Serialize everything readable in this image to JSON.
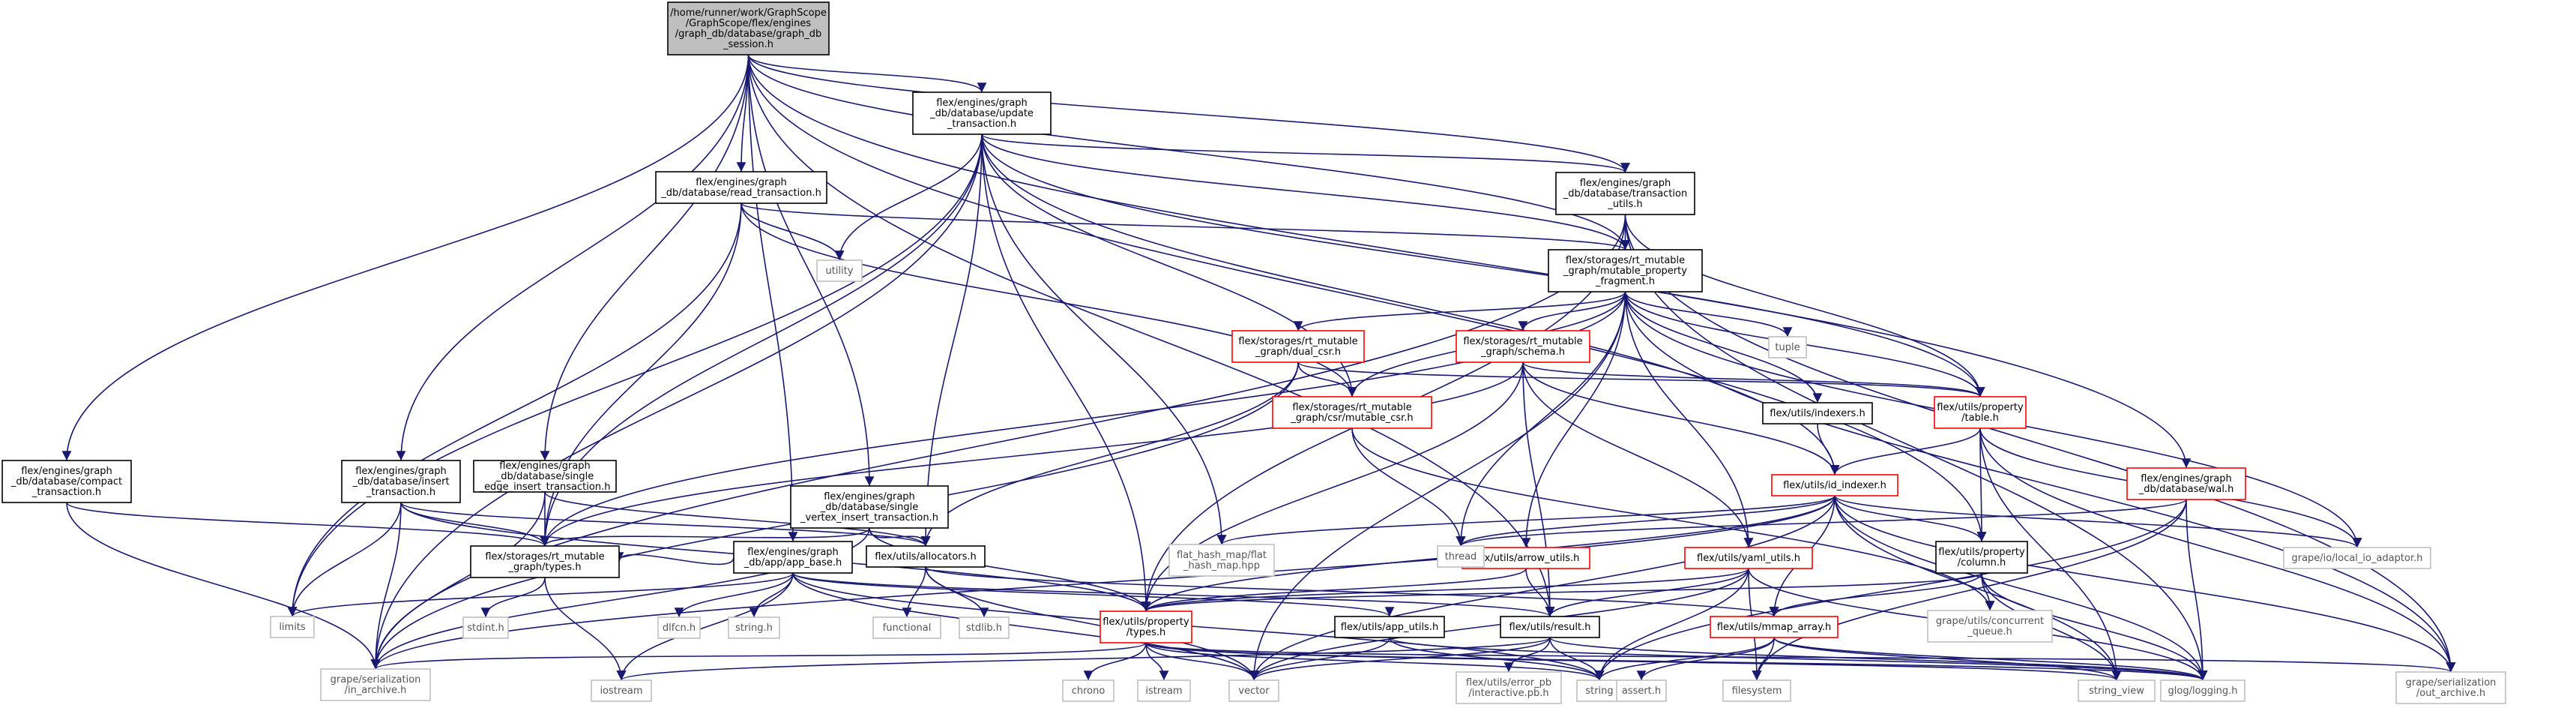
{
  "diagram": {
    "type": "include-dependency-graph",
    "root": "root",
    "colors": {
      "edge": "#191970",
      "root_fill": "#bfbfbf",
      "root_stroke": "#000000",
      "node_stroke": "#000000",
      "partial_stroke": "#ff0000",
      "external_stroke": "#bfbfbf",
      "node_fill": "#ffffff"
    },
    "nodes": [
      {
        "id": "root",
        "style": "root",
        "lines": [
          "/home/runner/work/GraphScope",
          "/GraphScope/flex/engines",
          "/graph_db/database/graph_db",
          "_session.h"
        ]
      },
      {
        "id": "compact_txn",
        "style": "normal",
        "lines": [
          "flex/engines/graph",
          "_db/database/compact",
          "_transaction.h"
        ]
      },
      {
        "id": "insert_txn",
        "style": "normal",
        "lines": [
          "flex/engines/graph",
          "_db/database/insert",
          "_transaction.h"
        ]
      },
      {
        "id": "single_edge",
        "style": "normal",
        "lines": [
          "flex/engines/graph",
          "_db/database/single",
          "_edge_insert_transaction.h"
        ]
      },
      {
        "id": "update_txn",
        "style": "normal",
        "lines": [
          "flex/engines/graph",
          "_db/database/update",
          "_transaction.h"
        ]
      },
      {
        "id": "read_txn",
        "style": "normal",
        "lines": [
          "flex/engines/graph",
          "_db/database/read_transaction.h"
        ]
      },
      {
        "id": "txn_utils",
        "style": "normal",
        "lines": [
          "flex/engines/graph",
          "_db/database/transaction",
          "_utils.h"
        ]
      },
      {
        "id": "mpf",
        "style": "normal",
        "lines": [
          "flex/storages/rt_mutable",
          "_graph/mutable_property",
          "_fragment.h"
        ]
      },
      {
        "id": "single_vertex",
        "style": "normal",
        "lines": [
          "flex/engines/graph",
          "_db/database/single",
          "_vertex_insert_transaction.h"
        ]
      },
      {
        "id": "app_base",
        "style": "normal",
        "lines": [
          "flex/engines/graph",
          "_db/app/app_base.h"
        ]
      },
      {
        "id": "allocators",
        "style": "normal",
        "lines": [
          "flex/utils/allocators.h"
        ]
      },
      {
        "id": "dual_csr",
        "style": "partial",
        "lines": [
          "flex/storages/rt_mutable",
          "_graph/dual_csr.h"
        ]
      },
      {
        "id": "schema",
        "style": "partial",
        "lines": [
          "flex/storages/rt_mutable",
          "_graph/schema.h"
        ]
      },
      {
        "id": "mutable_csr",
        "style": "partial",
        "lines": [
          "flex/storages/rt_mutable",
          "_graph/csr/mutable_csr.h"
        ]
      },
      {
        "id": "indexers",
        "style": "normal",
        "lines": [
          "flex/utils/indexers.h"
        ]
      },
      {
        "id": "table",
        "style": "partial",
        "lines": [
          "flex/utils/property",
          "/table.h"
        ]
      },
      {
        "id": "wal",
        "style": "partial",
        "lines": [
          "flex/engines/graph",
          "_db/database/wal.h"
        ]
      },
      {
        "id": "id_indexer",
        "style": "partial",
        "lines": [
          "flex/utils/id_indexer.h"
        ]
      },
      {
        "id": "column",
        "style": "normal",
        "lines": [
          "flex/utils/property",
          "/column.h"
        ]
      },
      {
        "id": "arrow_utils",
        "style": "partial",
        "lines": [
          "flex/utils/arrow_utils.h"
        ]
      },
      {
        "id": "yaml_utils",
        "style": "partial",
        "lines": [
          "flex/utils/yaml_utils.h"
        ]
      },
      {
        "id": "mg_types",
        "style": "normal",
        "lines": [
          "flex/storages/rt_mutable",
          "_graph/types.h"
        ]
      },
      {
        "id": "prop_types",
        "style": "partial",
        "lines": [
          "flex/utils/property",
          "/types.h"
        ]
      },
      {
        "id": "app_utils",
        "style": "normal",
        "lines": [
          "flex/utils/app_utils.h"
        ]
      },
      {
        "id": "result",
        "style": "normal",
        "lines": [
          "flex/utils/result.h"
        ]
      },
      {
        "id": "mmap_array",
        "style": "partial",
        "lines": [
          "flex/utils/mmap_array.h"
        ]
      },
      {
        "id": "utility",
        "style": "external",
        "lines": [
          "utility"
        ]
      },
      {
        "id": "tuple",
        "style": "external",
        "lines": [
          "tuple"
        ]
      },
      {
        "id": "thread",
        "style": "external",
        "lines": [
          "thread"
        ]
      },
      {
        "id": "flat_hash_map",
        "style": "external",
        "lines": [
          "flat_hash_map/flat",
          "_hash_map.hpp"
        ]
      },
      {
        "id": "local_io",
        "style": "external",
        "lines": [
          "grape/io/local_io_adaptor.h"
        ]
      },
      {
        "id": "limits",
        "style": "external",
        "lines": [
          "limits"
        ]
      },
      {
        "id": "stdint",
        "style": "external",
        "lines": [
          "stdint.h"
        ]
      },
      {
        "id": "dlfcn",
        "style": "external",
        "lines": [
          "dlfcn.h"
        ]
      },
      {
        "id": "string_h",
        "style": "external",
        "lines": [
          "string.h"
        ]
      },
      {
        "id": "functional",
        "style": "external",
        "lines": [
          "functional"
        ]
      },
      {
        "id": "stdlib",
        "style": "external",
        "lines": [
          "stdlib.h"
        ]
      },
      {
        "id": "concurrent_queue",
        "style": "external",
        "lines": [
          "grape/utils/concurrent",
          "_queue.h"
        ]
      },
      {
        "id": "in_archive",
        "style": "external",
        "lines": [
          "grape/serialization",
          "/in_archive.h"
        ]
      },
      {
        "id": "iostream",
        "style": "external",
        "lines": [
          "iostream"
        ]
      },
      {
        "id": "chrono",
        "style": "external",
        "lines": [
          "chrono"
        ]
      },
      {
        "id": "istream",
        "style": "external",
        "lines": [
          "istream"
        ]
      },
      {
        "id": "vector",
        "style": "external",
        "lines": [
          "vector"
        ]
      },
      {
        "id": "error_pb",
        "style": "external",
        "lines": [
          "flex/utils/error_pb",
          "/interactive.pb.h"
        ]
      },
      {
        "id": "string",
        "style": "external",
        "lines": [
          "string"
        ]
      },
      {
        "id": "assert",
        "style": "external",
        "lines": [
          "assert.h"
        ]
      },
      {
        "id": "filesystem",
        "style": "external",
        "lines": [
          "filesystem"
        ]
      },
      {
        "id": "string_view",
        "style": "external",
        "lines": [
          "string_view"
        ]
      },
      {
        "id": "glog",
        "style": "external",
        "lines": [
          "glog/logging.h"
        ]
      },
      {
        "id": "out_archive",
        "style": "external",
        "lines": [
          "grape/serialization",
          "/out_archive.h"
        ]
      }
    ],
    "edges": [
      [
        "root",
        "compact_txn"
      ],
      [
        "root",
        "insert_txn"
      ],
      [
        "root",
        "single_edge"
      ],
      [
        "root",
        "update_txn"
      ],
      [
        "root",
        "read_txn"
      ],
      [
        "root",
        "txn_utils"
      ],
      [
        "root",
        "mpf"
      ],
      [
        "root",
        "single_vertex"
      ],
      [
        "root",
        "app_base"
      ],
      [
        "root",
        "wal"
      ],
      [
        "root",
        "result"
      ],
      [
        "root",
        "column"
      ],
      [
        "compact_txn",
        "mg_types"
      ],
      [
        "compact_txn",
        "in_archive"
      ],
      [
        "insert_txn",
        "mg_types"
      ],
      [
        "insert_txn",
        "allocators"
      ],
      [
        "insert_txn",
        "limits"
      ],
      [
        "insert_txn",
        "in_archive"
      ],
      [
        "insert_txn",
        "prop_types"
      ],
      [
        "single_edge",
        "mg_types"
      ],
      [
        "single_edge",
        "allocators"
      ],
      [
        "single_edge",
        "in_archive"
      ],
      [
        "update_txn",
        "txn_utils"
      ],
      [
        "update_txn",
        "mpf"
      ],
      [
        "update_txn",
        "allocators"
      ],
      [
        "update_txn",
        "mutable_csr"
      ],
      [
        "update_txn",
        "id_indexer"
      ],
      [
        "update_txn",
        "table"
      ],
      [
        "update_txn",
        "prop_types"
      ],
      [
        "update_txn",
        "flat_hash_map"
      ],
      [
        "update_txn",
        "utility"
      ],
      [
        "update_txn",
        "limits"
      ],
      [
        "update_txn",
        "in_archive"
      ],
      [
        "update_txn",
        "mg_types"
      ],
      [
        "read_txn",
        "mpf"
      ],
      [
        "read_txn",
        "mutable_csr"
      ],
      [
        "read_txn",
        "mg_types"
      ],
      [
        "read_txn",
        "utility"
      ],
      [
        "read_txn",
        "limits"
      ],
      [
        "txn_utils",
        "mpf"
      ],
      [
        "txn_utils",
        "prop_types"
      ],
      [
        "txn_utils",
        "table"
      ],
      [
        "txn_utils",
        "in_archive"
      ],
      [
        "txn_utils",
        "out_archive"
      ],
      [
        "txn_utils",
        "glog"
      ],
      [
        "mpf",
        "dual_csr"
      ],
      [
        "mpf",
        "schema"
      ],
      [
        "mpf",
        "mutable_csr"
      ],
      [
        "mpf",
        "indexers"
      ],
      [
        "mpf",
        "table"
      ],
      [
        "mpf",
        "yaml_utils"
      ],
      [
        "mpf",
        "arrow_utils"
      ],
      [
        "mpf",
        "thread"
      ],
      [
        "mpf",
        "tuple"
      ],
      [
        "mpf",
        "mg_types"
      ],
      [
        "mpf",
        "local_io"
      ],
      [
        "mpf",
        "out_archive"
      ],
      [
        "mpf",
        "vector"
      ],
      [
        "dual_csr",
        "mutable_csr"
      ],
      [
        "dual_csr",
        "allocators"
      ],
      [
        "dual_csr",
        "table"
      ],
      [
        "dual_csr",
        "in_archive"
      ],
      [
        "schema",
        "mg_types"
      ],
      [
        "schema",
        "id_indexer"
      ],
      [
        "schema",
        "yaml_utils"
      ],
      [
        "schema",
        "result"
      ],
      [
        "schema",
        "prop_types"
      ],
      [
        "schema",
        "table"
      ],
      [
        "mutable_csr",
        "thread"
      ],
      [
        "mutable_csr",
        "concurrent_queue"
      ],
      [
        "indexers",
        "id_indexer"
      ],
      [
        "table",
        "column"
      ],
      [
        "table",
        "id_indexer"
      ],
      [
        "table",
        "local_io"
      ],
      [
        "table",
        "out_archive"
      ],
      [
        "table",
        "string_view"
      ],
      [
        "single_vertex",
        "mg_types"
      ],
      [
        "single_vertex",
        "allocators"
      ],
      [
        "single_vertex",
        "prop_types"
      ],
      [
        "single_vertex",
        "in_archive"
      ],
      [
        "app_base",
        "mg_types"
      ],
      [
        "app_base",
        "app_utils"
      ],
      [
        "app_base",
        "result"
      ],
      [
        "app_base",
        "dlfcn"
      ],
      [
        "app_base",
        "string_h"
      ],
      [
        "app_base",
        "limits"
      ],
      [
        "app_base",
        "iostream"
      ],
      [
        "app_base",
        "vector"
      ],
      [
        "app_base",
        "string"
      ],
      [
        "allocators",
        "functional"
      ],
      [
        "allocators",
        "stdlib"
      ],
      [
        "allocators",
        "vector"
      ],
      [
        "allocators",
        "mmap_array"
      ],
      [
        "wal",
        "thread"
      ],
      [
        "wal",
        "filesystem"
      ],
      [
        "wal",
        "string"
      ],
      [
        "wal",
        "glog"
      ],
      [
        "id_indexer",
        "thread"
      ],
      [
        "id_indexer",
        "flat_hash_map"
      ],
      [
        "id_indexer",
        "column"
      ],
      [
        "id_indexer",
        "mmap_array"
      ],
      [
        "id_indexer",
        "prop_types"
      ],
      [
        "id_indexer",
        "local_io"
      ],
      [
        "id_indexer",
        "in_archive"
      ],
      [
        "id_indexer",
        "out_archive"
      ],
      [
        "id_indexer",
        "string_view"
      ],
      [
        "id_indexer",
        "glog"
      ],
      [
        "id_indexer",
        "vector"
      ],
      [
        "column",
        "prop_types"
      ],
      [
        "column",
        "mmap_array"
      ],
      [
        "column",
        "concurrent_queue"
      ],
      [
        "column",
        "string_view"
      ],
      [
        "column",
        "glog"
      ],
      [
        "arrow_utils",
        "prop_types"
      ],
      [
        "arrow_utils",
        "result"
      ],
      [
        "yaml_utils",
        "prop_types"
      ],
      [
        "yaml_utils",
        "result"
      ],
      [
        "yaml_utils",
        "filesystem"
      ],
      [
        "yaml_utils",
        "string"
      ],
      [
        "yaml_utils",
        "vector"
      ],
      [
        "yaml_utils",
        "glog"
      ],
      [
        "mg_types",
        "iostream"
      ],
      [
        "mg_types",
        "stdint"
      ],
      [
        "prop_types",
        "in_archive"
      ],
      [
        "prop_types",
        "out_archive"
      ],
      [
        "prop_types",
        "chrono"
      ],
      [
        "prop_types",
        "istream"
      ],
      [
        "prop_types",
        "vector"
      ],
      [
        "prop_types",
        "string"
      ],
      [
        "prop_types",
        "string_view"
      ],
      [
        "prop_types",
        "glog"
      ],
      [
        "app_utils",
        "vector"
      ],
      [
        "app_utils",
        "string"
      ],
      [
        "app_utils",
        "glog"
      ],
      [
        "result",
        "error_pb"
      ],
      [
        "result",
        "string"
      ],
      [
        "result",
        "vector"
      ],
      [
        "result",
        "iostream"
      ],
      [
        "result",
        "glog"
      ],
      [
        "mmap_array",
        "assert"
      ],
      [
        "mmap_array",
        "filesystem"
      ],
      [
        "mmap_array",
        "string"
      ],
      [
        "mmap_array",
        "string_view"
      ],
      [
        "mmap_array",
        "glog"
      ]
    ]
  }
}
